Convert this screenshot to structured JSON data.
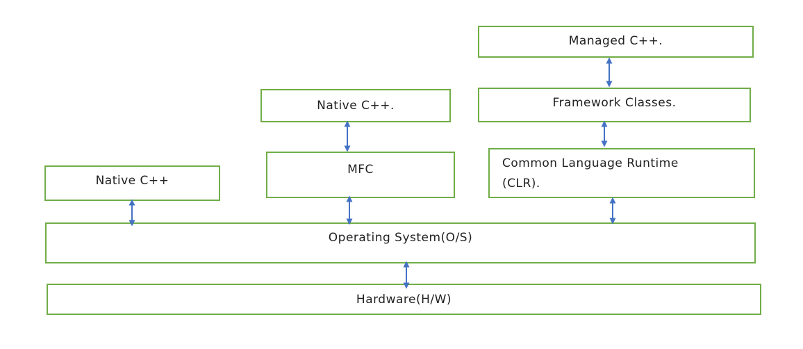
{
  "diagram": {
    "boxes": {
      "managed_cpp": "Managed C++.",
      "framework_classes": "Framework Classes.",
      "native_cpp_mfc": "Native C++.",
      "mfc": "MFC",
      "clr_line1": "Common Language Runtime",
      "clr_line2": "(CLR).",
      "native_cpp": "Native C++",
      "operating_system": "Operating System(O/S)",
      "hardware": "Hardware(H/W)"
    },
    "colors": {
      "box_border": "#70ad47",
      "arrow": "#4472c4"
    }
  }
}
